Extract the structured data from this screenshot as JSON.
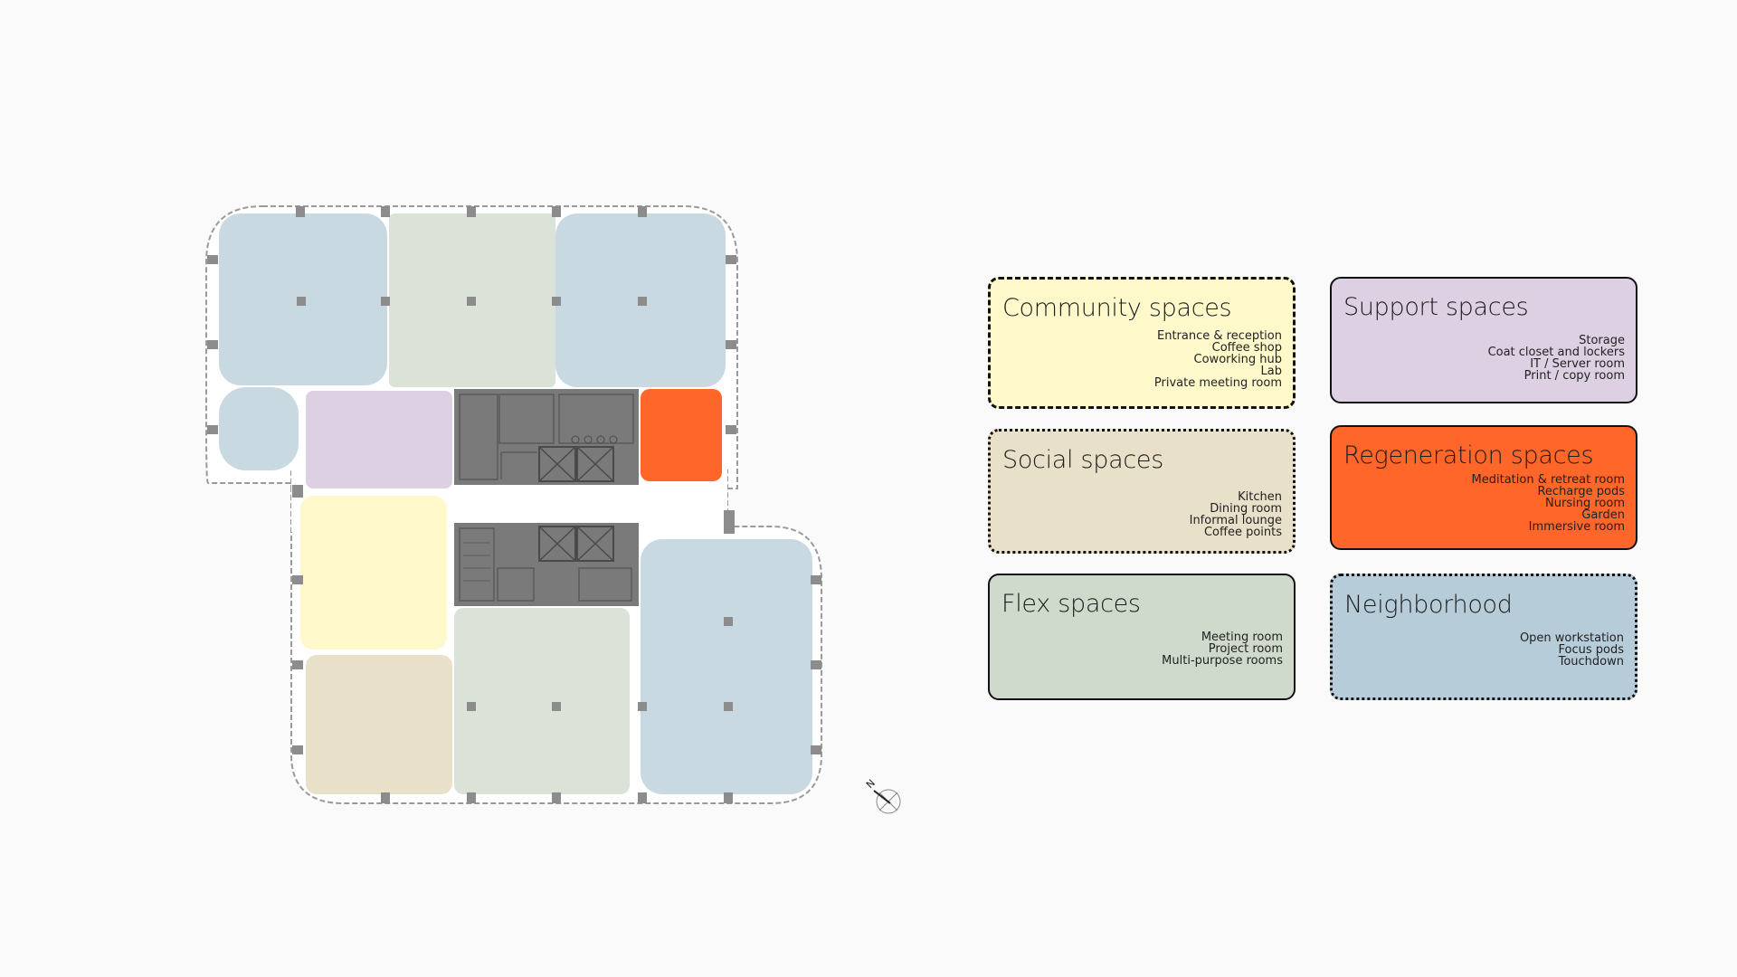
{
  "compass": {
    "north_label": "N"
  },
  "colors": {
    "community": "#fef8cb",
    "support": "#ddd0e3",
    "social": "#e9e0c9",
    "regeneration": "#ff6629",
    "flex": "#cfd9cc",
    "neighborhood": "#b6ccd9",
    "core": "#7a7a7a"
  },
  "legend": {
    "community": {
      "title": "Community spaces",
      "items": [
        "Entrance & reception",
        "Coffee shop",
        "Coworking hub",
        "Lab",
        "Private meeting room"
      ]
    },
    "support": {
      "title": "Support spaces",
      "items": [
        "Storage",
        "Coat closet and lockers",
        "IT / Server room",
        "Print / copy room"
      ]
    },
    "social": {
      "title": "Social spaces",
      "items": [
        "Kitchen",
        "Dining room",
        "Informal lounge",
        "Coffee points"
      ]
    },
    "regeneration": {
      "title": "Regeneration spaces",
      "items": [
        "Meditation & retreat room",
        "Recharge pods",
        "Nursing room",
        "Garden",
        "Immersive room"
      ]
    },
    "flex": {
      "title": "Flex spaces",
      "items": [
        "Meeting room",
        "Project room",
        "Multi-purpose rooms"
      ]
    },
    "neighborhood": {
      "title": "Neighborhood",
      "items": [
        "Open workstation",
        "Focus pods",
        "Touchdown"
      ]
    }
  }
}
